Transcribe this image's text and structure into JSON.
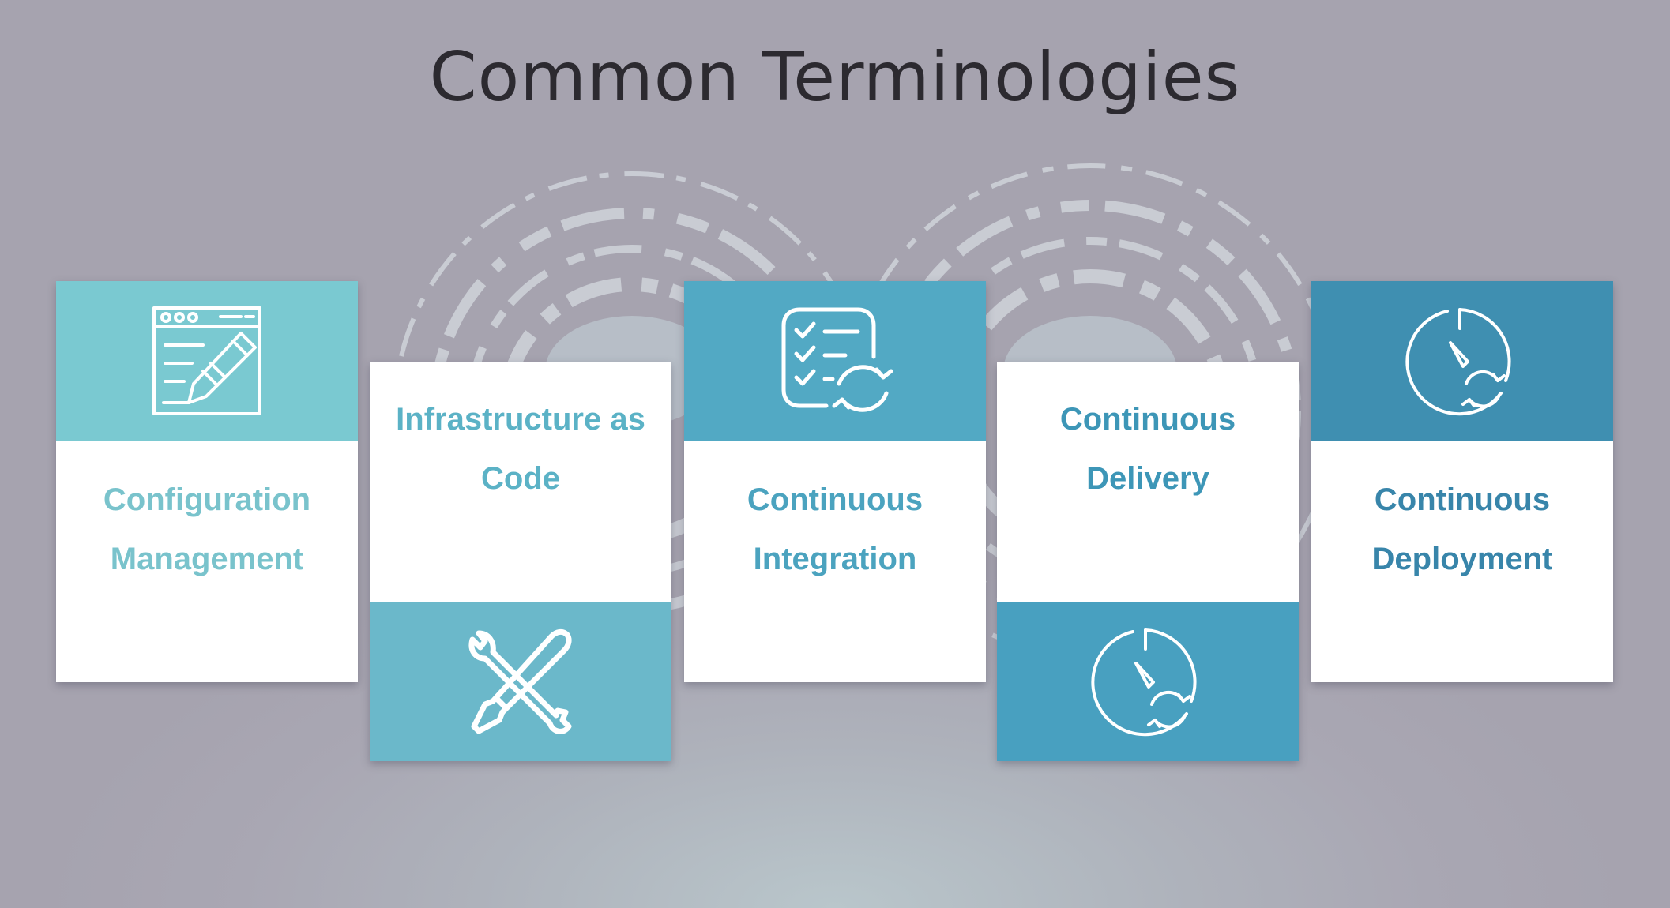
{
  "title": "Common Terminologies",
  "cards": [
    {
      "lines": [
        "Configuration",
        "Management"
      ],
      "icon": "document-pencil-icon",
      "band_color": "#7ac9d1",
      "text_color": "#79c3cc"
    },
    {
      "lines": [
        "Infrastructure as",
        "Code"
      ],
      "icon": "wrench-screwdriver-icon",
      "band_color": "#6bb8ca",
      "text_color": "#5bb2c6"
    },
    {
      "lines": [
        "Continuous",
        "Integration"
      ],
      "icon": "checklist-refresh-icon",
      "band_color": "#52a9c4",
      "text_color": "#4ba3bf"
    },
    {
      "lines": [
        "Continuous",
        "Delivery"
      ],
      "icon": "speedometer-refresh-icon",
      "band_color": "#48a0c0",
      "text_color": "#3d96b7"
    },
    {
      "lines": [
        "Continuous",
        "Deployment"
      ],
      "icon": "speedometer-refresh-icon",
      "band_color": "#3f8fb1",
      "text_color": "#3885aa"
    }
  ]
}
